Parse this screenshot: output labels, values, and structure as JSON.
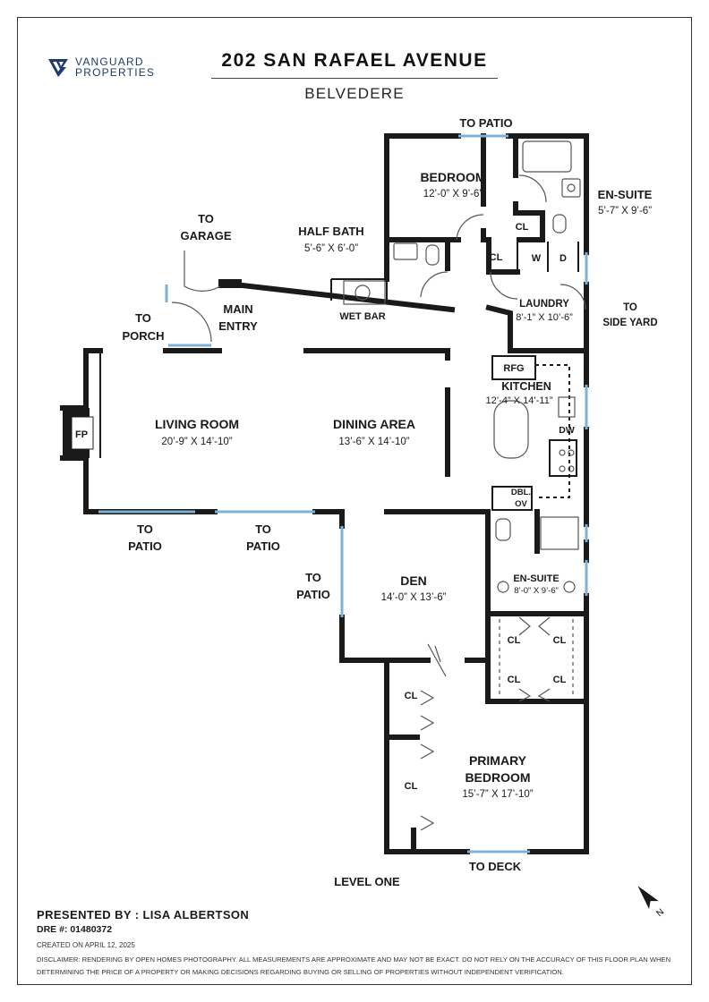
{
  "header": {
    "logo_line1": "VANGUARD",
    "logo_line2": "PROPERTIES",
    "address": "202 SAN RAFAEL AVENUE",
    "city": "BELVEDERE"
  },
  "labels": {
    "to_patio_top": "TO PATIO",
    "bedroom": "BEDROOM",
    "bedroom_dim": "12’-0” X 9’-6”",
    "ensuite_top": "EN-SUITE",
    "ensuite_top_dim": "5’-7” X 9’-6”",
    "to": "TO",
    "garage": "GARAGE",
    "half_bath": "HALF BATH",
    "half_bath_dim": "5’-6” X 6’-0”",
    "cl": "CL",
    "w": "W",
    "d": "D",
    "main": "MAIN",
    "entry": "ENTRY",
    "wet_bar": "WET BAR",
    "porch": "PORCH",
    "laundry": "LAUNDRY",
    "laundry_dim": "8’-1” X 10’-6”",
    "side_yard": "SIDE YARD",
    "rfg": "RFG",
    "kitchen": "KITCHEN",
    "kitchen_dim": "12’-4” X 14’-11”",
    "living_room": "LIVING ROOM",
    "living_room_dim": "20’-9” X 14’-10”",
    "dining_area": "DINING AREA",
    "dining_area_dim": "13’-6” X 14’-10”",
    "fp": "FP",
    "dw": "DW",
    "dbl": "DBL.",
    "ov": "OV",
    "patio": "PATIO",
    "ensuite_mid": "EN-SUITE",
    "ensuite_mid_dim": "8’-0” X 9’-6”",
    "den": "DEN",
    "den_dim": "14’-0” X 13’-6”",
    "primary": "PRIMARY",
    "bedroom2": "BEDROOM",
    "primary_dim": "15’-7” X 17’-10”",
    "to_deck": "TO DECK",
    "level": "LEVEL ONE",
    "north": "N"
  },
  "footer": {
    "presented_by": "PRESENTED BY : LISA ALBERTSON",
    "dre": "DRE #: 01480372",
    "created": "CREATED ON APRIL 12, 2025",
    "disclaimer": "DISCLAIMER: RENDERING BY OPEN HOMES PHOTOGRAPHY. ALL MEASUREMENTS ARE APPROXIMATE AND MAY NOT BE EXACT. DO NOT RELY ON THE ACCURACY OF THIS FLOOR PLAN WHEN DETERMINING THE PRICE OF A PROPERTY OR MAKING DECISIONS REGARDING BUYING OR SELLING OF PROPERTIES WITHOUT INDEPENDENT VERIFICATION."
  },
  "colors": {
    "wall": "#1a1a1a",
    "window": "#7fb1d6",
    "brand": "#1f3b6b"
  }
}
